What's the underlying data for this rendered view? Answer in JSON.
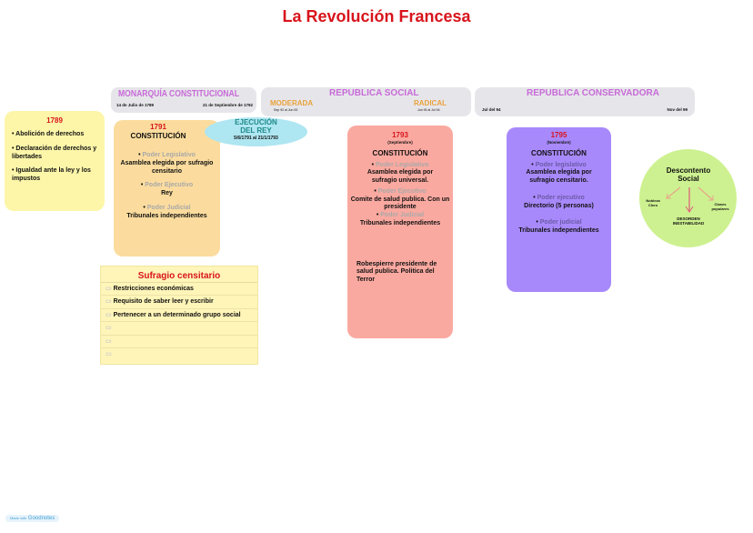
{
  "title": "La Revolución Francesa",
  "timeline": {
    "monarquia": {
      "label": "MONARQUÍA CONSTITUCIONAL",
      "start": "14 de Julio de 1789",
      "end": "21 de Septiembre de 1792"
    },
    "republica_social": {
      "label": "REPUBLICA SOCIAL",
      "moderada": "MODERADA",
      "moderada_dates": "Sep 92 al Jun 93",
      "radical": "RADICAL",
      "radical_dates": "Jun 93 al Jul 94"
    },
    "conservadora": {
      "label": "REPUBLICA CONSERVADORA",
      "start": "Jul del 94",
      "end": "Nov del 99"
    }
  },
  "c1789": {
    "year": "1789",
    "items": [
      "Abolición de derechos",
      "Declaración de derechos y libertades",
      "Igualdad ante la ley y los impustos"
    ]
  },
  "c1791": {
    "year": "1791",
    "heading": "CONSTITUCIÓN",
    "p1": "Poder Legislativo",
    "v1": "Asamblea elegida por sufragio censitario",
    "p2": "Poder Ejecutivo",
    "v2": "Rey",
    "p3": "Poder Judicial",
    "v3": "Tribunales independientes"
  },
  "ejecucion": {
    "title": "EJECUCIÓN DEL REY",
    "dates": "5/6/1791 al 21/1/1793"
  },
  "c1793": {
    "year": "1793",
    "month": "(Septiembre)",
    "heading": "CONSTITUCIÓN",
    "p1": "Poder Legislativo",
    "v1": "Asamblea elegida por sufragio universal.",
    "p2": "Poder Ejecutivo",
    "v2": "Comite de salud publica. Con un presidente",
    "p3": "Poder Judicial",
    "v3": "Tribunales independientes",
    "note": "Robespierre presidente de salud publica. Politica del Terror"
  },
  "c1795": {
    "year": "1795",
    "month": "(Noviembre)",
    "heading": "CONSTITUCIÓN",
    "p1": "Poder legislativo",
    "v1": "Asamblea elegida por sufragio censitario.",
    "p2": "Poder ejecutivo",
    "v2": "Directorio (5 personas)",
    "p3": "Poder judicial",
    "v3": "Tribunales independientes"
  },
  "descontento": {
    "title": "Descontento Social",
    "left": "Nobleza Clero",
    "right": "Clases populares",
    "bottom": "DESORDEN INESTABILIDAD"
  },
  "sufragio": {
    "title": "Sufragio censitario",
    "items": [
      "Restricciones económicas",
      "Requisito de saber leer y escribir",
      "Pertenecer a un determinado grupo social",
      "",
      "",
      ""
    ]
  },
  "footer": {
    "made_with": "Made with",
    "brand": "Goodnotes"
  }
}
